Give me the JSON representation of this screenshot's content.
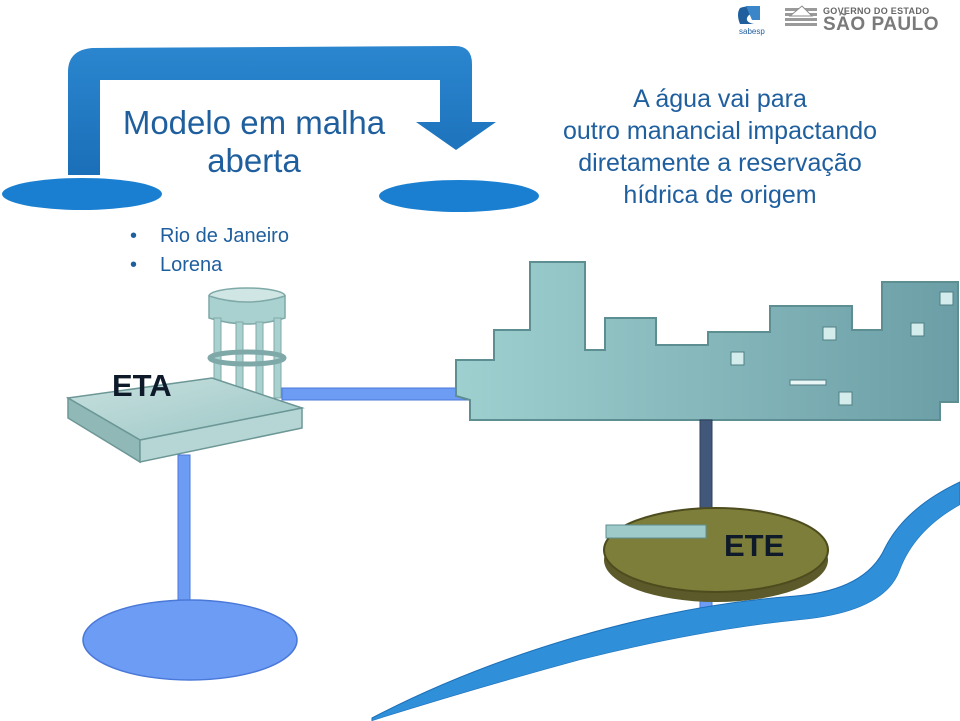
{
  "title": {
    "line1": "Modelo em malha",
    "line2": "aberta"
  },
  "bullets": [
    "Rio de Janeiro",
    "Lorena"
  ],
  "description": {
    "line1": "A água vai para",
    "line2": "outro manancial impactando",
    "line3": "diretamente a reservação",
    "line4": "hídrica de origem"
  },
  "labels": {
    "eta": "ETA",
    "ete": "ETE"
  },
  "logos": {
    "sabesp": "sabesp",
    "gov_line1": "GOVERNO DO ESTADO",
    "gov_line2": "SÃO PAULO"
  },
  "colors": {
    "text_blue": "#1f5f9e",
    "arrow_blue": "#1e7fc6",
    "water_blue": "#6d9cf4",
    "pipe_blue": "#5b8cf0",
    "city_teal": "#8ec3c6",
    "station_olive": "#7a7a3a"
  }
}
